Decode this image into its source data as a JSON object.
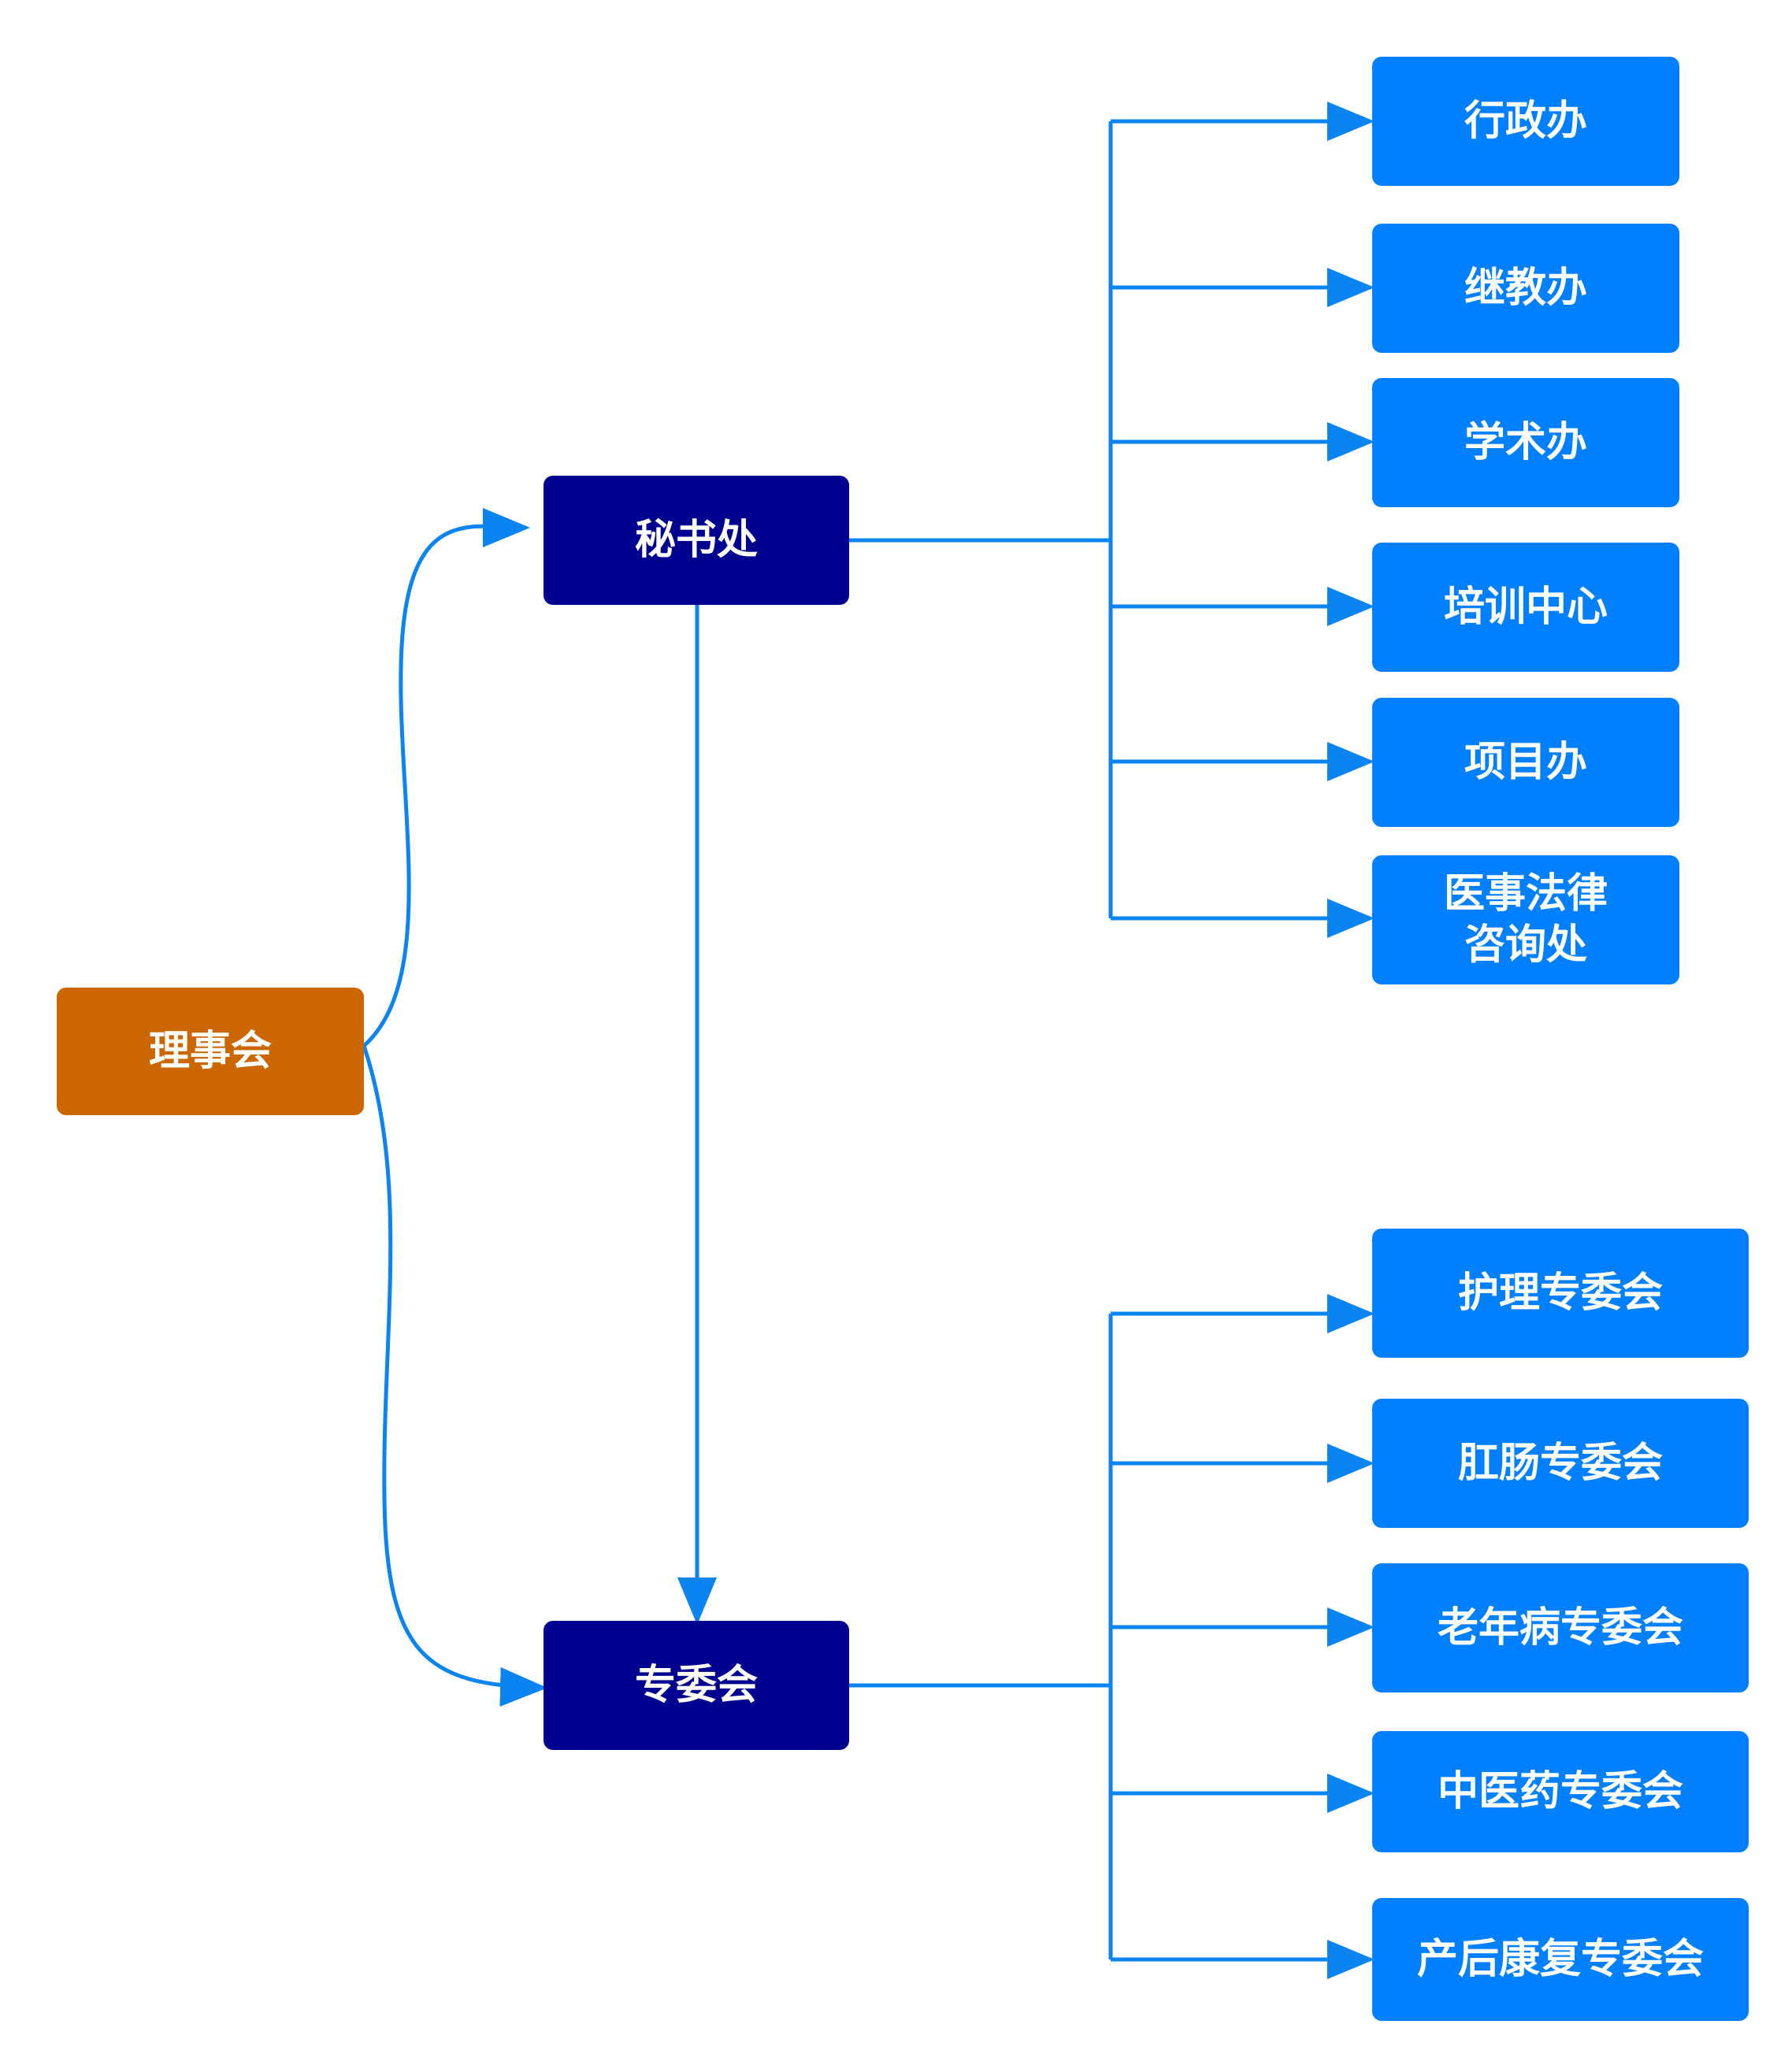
{
  "colors": {
    "root": "#cc6600",
    "mid": "#000090",
    "leaf": "#0080ff",
    "connector": "#0a84f0"
  },
  "nodes": {
    "root": "理事会",
    "secretariat": "秘书处",
    "committees": "专委会",
    "secretariat_children": [
      "行政办",
      "继教办",
      "学术办",
      "培训中心",
      "项目办",
      "医事法律咨询处"
    ],
    "committee_children": [
      "护理专委会",
      "肛肠专委会",
      "老年病专委会",
      "中医药专委会",
      "产后康复专委会"
    ]
  }
}
